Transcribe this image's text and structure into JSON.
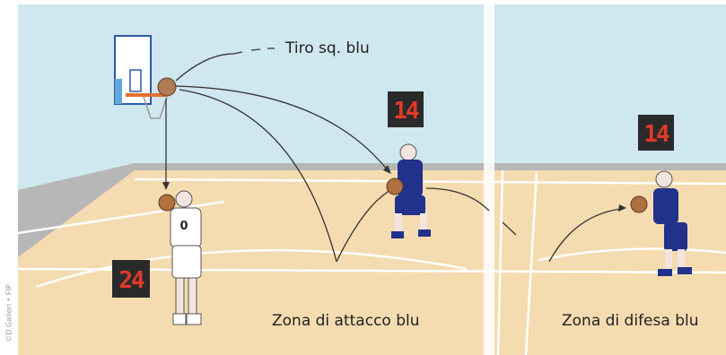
{
  "labels": {
    "shot": "Tiro sq. blu",
    "attack_zone": "Zona di attacco blu",
    "defense_zone": "Zona di difesa blu",
    "credit": "©D.Galieri • FIP"
  },
  "shot_clocks": {
    "white_player": "24",
    "blue_attacker": "14",
    "blue_defense_zone": "14"
  },
  "jersey_number": "0",
  "colors": {
    "sky": "#cfe7ef",
    "wall": "#b9b9b9",
    "floor": "#f4dcb2",
    "blue_team": "#22318c",
    "clock_digits": "#e03a2a",
    "clock_bg": "#2a2a2a"
  }
}
